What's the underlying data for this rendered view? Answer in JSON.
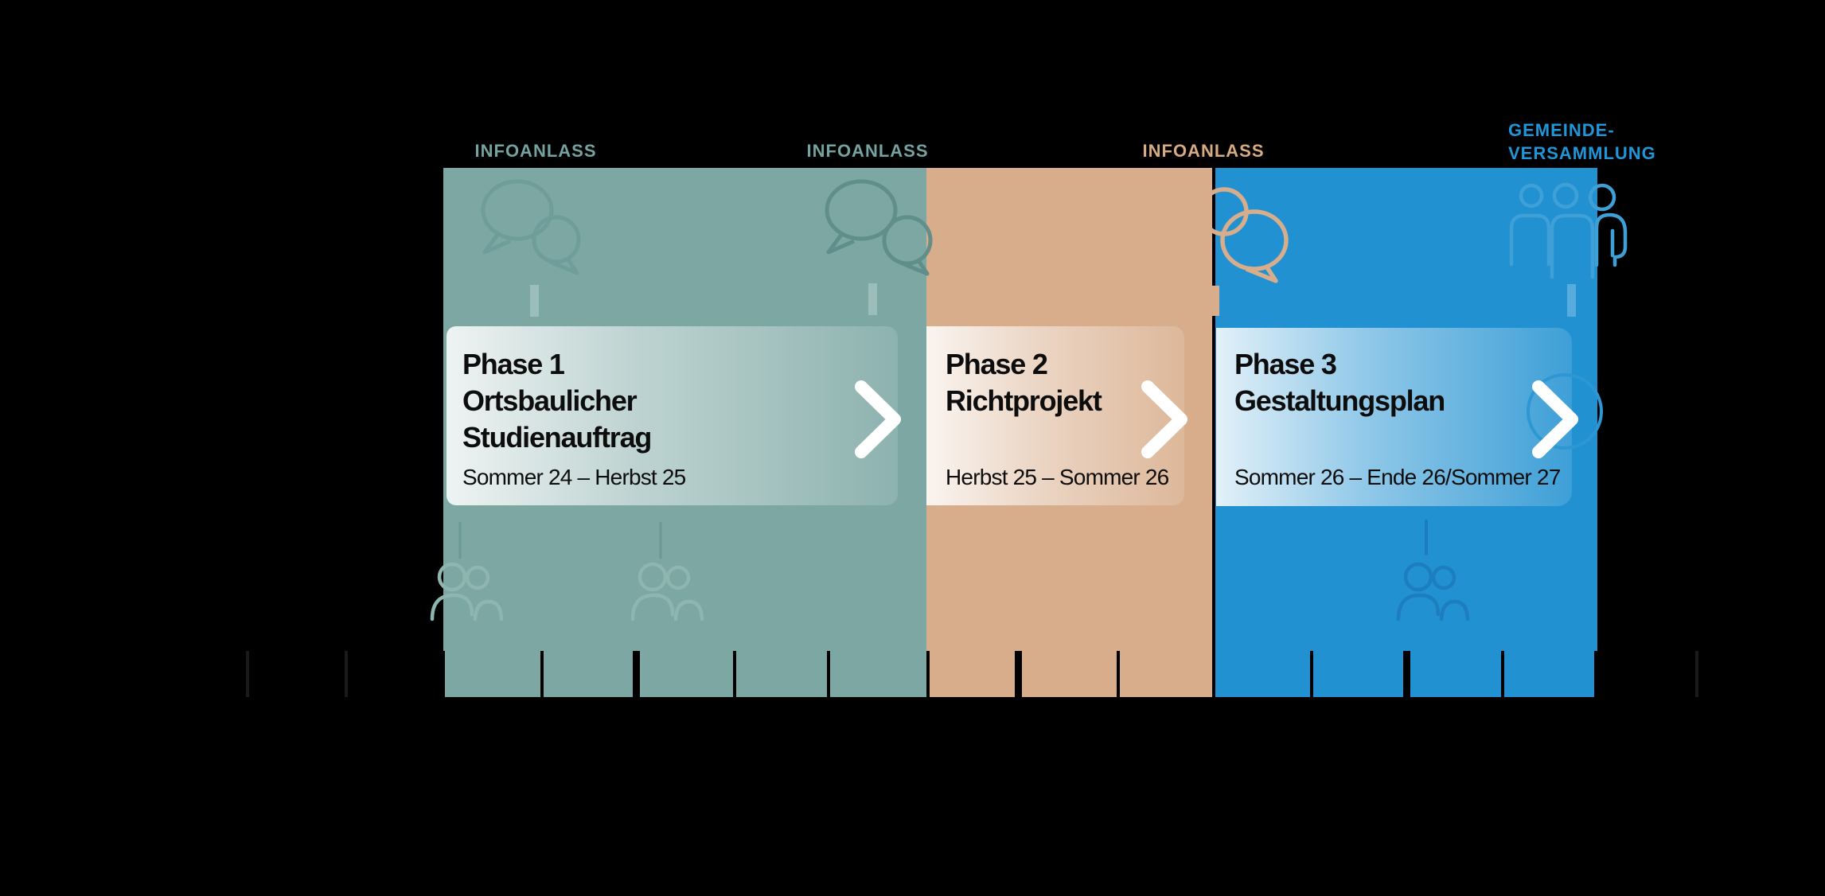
{
  "diagram": {
    "title_context": "project phases timeline",
    "background_color": "#000000",
    "event_labels": [
      {
        "id": "infoanlass-1",
        "text": "INFOANLASS",
        "color": "#74A3A1"
      },
      {
        "id": "infoanlass-2",
        "text": "INFOANLASS",
        "color": "#74A3A1"
      },
      {
        "id": "infoanlass-3",
        "text": "INFOANLASS",
        "color": "#D9AB83"
      },
      {
        "id": "gemeindeversammlung",
        "line1": "GEMEINDE-",
        "line2": "VERSAMMLUNG",
        "color": "#2095D8"
      }
    ],
    "phases": [
      {
        "title_lines": [
          "Phase 1",
          "Ortsbaulicher",
          "Studienauftrag"
        ],
        "date_range": "Sommer 24 – Herbst 25",
        "block_color": "#7CA7A3"
      },
      {
        "title_lines": [
          "Phase 2",
          "Richtprojekt"
        ],
        "date_range": "Herbst 25 – Sommer 26",
        "block_color": "#D8AD8B"
      },
      {
        "title_lines": [
          "Phase 3",
          "Gestaltungsplan"
        ],
        "date_range": "Sommer 26 – Ende 26/Sommer 27",
        "block_color": "#2191D1"
      }
    ],
    "icons": [
      {
        "name": "speech-bubbles-icon",
        "context": "infoanlass-1",
        "color": "#6F9D99"
      },
      {
        "name": "speech-bubbles-icon",
        "context": "infoanlass-2",
        "color": "#5F8D89"
      },
      {
        "name": "speech-bubbles-icon",
        "context": "infoanlass-3",
        "color": "#D8AD8B"
      },
      {
        "name": "people-group-icon",
        "context": "gemeindeversammlung",
        "color": "#3EA0D7"
      },
      {
        "name": "two-people-icon",
        "context": "phase-1 milestone",
        "color": "#8FB5B1"
      },
      {
        "name": "two-people-icon",
        "context": "phase-1 milestone",
        "color": "#8FB5B1"
      },
      {
        "name": "two-people-icon",
        "context": "phase-3 milestone",
        "color": "#1C7EBF"
      },
      {
        "name": "chevron-right-icon",
        "context": "phase-1",
        "color": "#FFFFFF"
      },
      {
        "name": "chevron-right-icon",
        "context": "phase-2",
        "color": "#FFFFFF"
      },
      {
        "name": "chevron-right-icon",
        "context": "phase-3",
        "color": "#FFFFFF"
      }
    ],
    "timeline": {
      "tick_count": 16,
      "tick_x": [
        311,
        435,
        557,
        681,
        799,
        923,
        1041,
        1166,
        1279,
        1405,
        1525,
        1648,
        1767,
        1888,
        2005,
        2132
      ],
      "thick_tick_x": [
        799,
        1279,
        1767
      ],
      "off_block_tick_x": [
        311,
        435,
        2132
      ],
      "tick_color_on_block": "#000000",
      "tick_color_off_block": "#1A1A1A"
    }
  }
}
